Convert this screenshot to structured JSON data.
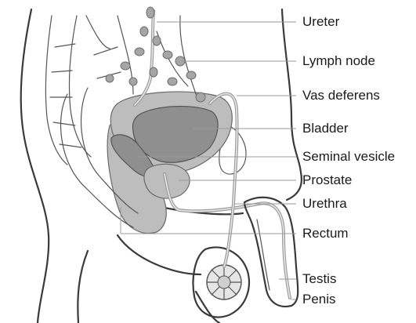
{
  "labels": {
    "ureter": "Ureter",
    "lymph_node": "Lymph node",
    "vas_deferens": "Vas deferens",
    "bladder": "Bladder",
    "seminal_vesicle": "Seminal vesicle",
    "prostate": "Prostate",
    "urethra": "Urethra",
    "rectum": "Rectum",
    "testis": "Testis",
    "penis": "Penis"
  },
  "colors": {
    "organ_light": "#bdbdbd",
    "organ_dark": "#8f8f8f",
    "outline": "#3a3a3a",
    "leader_line": "#9a9a9a"
  }
}
